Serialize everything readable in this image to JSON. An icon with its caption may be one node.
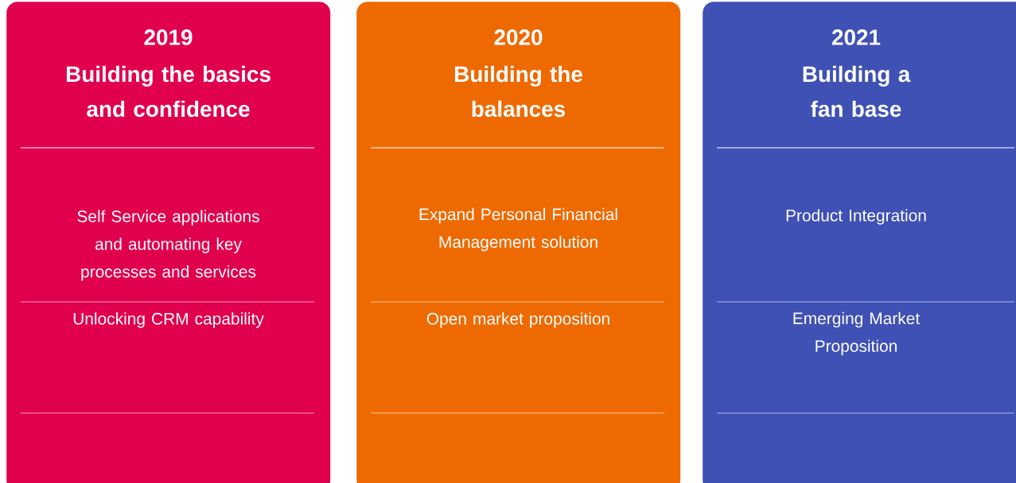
{
  "diagram": {
    "nodes": [
      {
        "text": [
          "2019",
          "Building the basics and confidence",
          "Self Service applications and automating key processes and services",
          "Unlocking CRM capability"
        ]
      },
      {
        "text": [
          "2020",
          "Building the balances",
          "Expand Personal Financial Management solution",
          "Open market proposition"
        ]
      },
      {
        "text": [
          "2021",
          "Building a fan base",
          "Product Integration",
          "Emerging Market Proposition"
        ]
      }
    ]
  }
}
